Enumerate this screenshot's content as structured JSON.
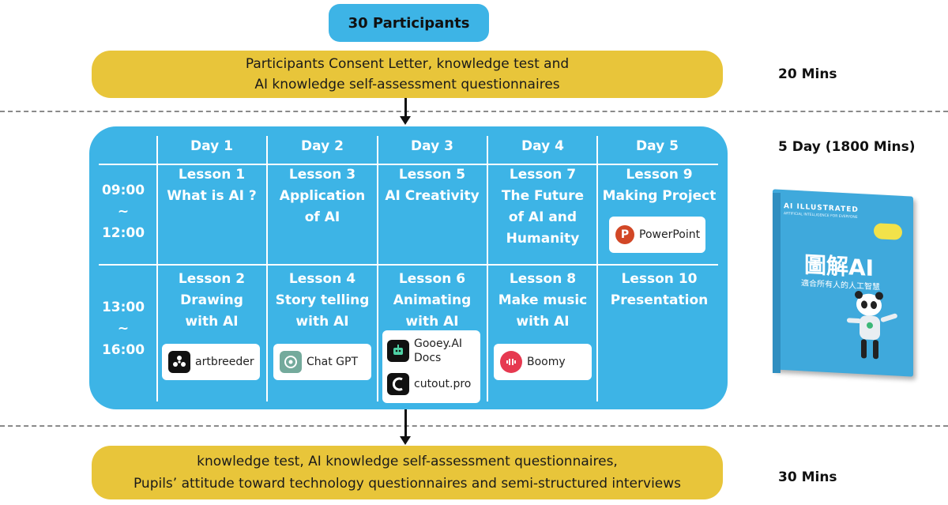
{
  "participants": "30 Participants",
  "pre_test": {
    "line1": "Participants Consent Letter, knowledge test and",
    "line2": "AI knowledge self-assessment questionnaires",
    "duration": "20 Mins"
  },
  "program": {
    "duration": "5 Day (1800 Mins)",
    "days": [
      "Day 1",
      "Day 2",
      "Day 3",
      "Day 4",
      "Day 5"
    ],
    "morning_time": {
      "start": "09:00",
      "sep": "~",
      "end": "12:00"
    },
    "afternoon_time": {
      "start": "13:00",
      "sep": "~",
      "end": "16:00"
    },
    "morning": [
      {
        "lines": [
          "Lesson 1",
          "What is AI ?"
        ]
      },
      {
        "lines": [
          "Lesson 3",
          "Application",
          "of AI"
        ]
      },
      {
        "lines": [
          "Lesson 5",
          "AI Creativity"
        ]
      },
      {
        "lines": [
          "Lesson 7",
          "The Future",
          "of  AI  and",
          "Humanity"
        ]
      },
      {
        "lines": [
          "Lesson 9",
          "Making Project"
        ]
      }
    ],
    "afternoon": [
      {
        "lines": [
          "Lesson 2",
          "Drawing",
          "with AI"
        ]
      },
      {
        "lines": [
          "Lesson 4",
          "Story telling",
          "with AI"
        ]
      },
      {
        "lines": [
          "Lesson 6",
          "Animating",
          "with AI"
        ]
      },
      {
        "lines": [
          "Lesson 8",
          "Make music",
          "with AI"
        ]
      },
      {
        "lines": [
          "Lesson 10",
          "Presentation"
        ]
      }
    ],
    "tools": {
      "powerpoint": "PowerPoint",
      "artbreeder": "artbreeder",
      "chatgpt": "Chat GPT",
      "gooey_line1": "Gooey.AI",
      "gooey_line2": "Docs",
      "cutout": "cutout.pro",
      "boomy": "Boomy"
    }
  },
  "book": {
    "title_en": "AI ILLUSTRATED",
    "subtitle_en": "ARTIFICIAL INTELLIGENCE FOR EVERYONE",
    "title_zh": "圖解AI",
    "subtitle_zh": "適合所有人的人工智慧"
  },
  "post_test": {
    "line1": "knowledge test, AI knowledge self-assessment questionnaires,",
    "line2": "Pupils’ attitude toward technology questionnaires and semi-structured interviews",
    "duration": "30 Mins"
  },
  "colors": {
    "blue": "#3db4e6",
    "yellow": "#e8c53a",
    "text_white": "#ffffff"
  }
}
